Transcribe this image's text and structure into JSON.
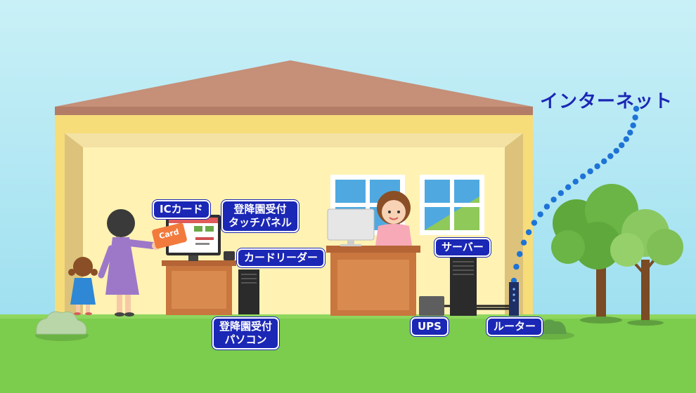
{
  "labels": {
    "internet": "インターネット",
    "ic_card": "ICカード",
    "touch_panel": "登降園受付\nタッチパネル",
    "card_reader": "カードリーダー",
    "reception_pc": "登降園受付\nパソコン",
    "server": "サーバー",
    "ups": "UPS",
    "router": "ルーター",
    "card_text": "Card"
  },
  "colors": {
    "label_bg": "#1b27b5",
    "sky": "#a8e4f2",
    "grass": "#7ccc4d",
    "roof": "#c58f78",
    "wall": "#fff2b3"
  }
}
